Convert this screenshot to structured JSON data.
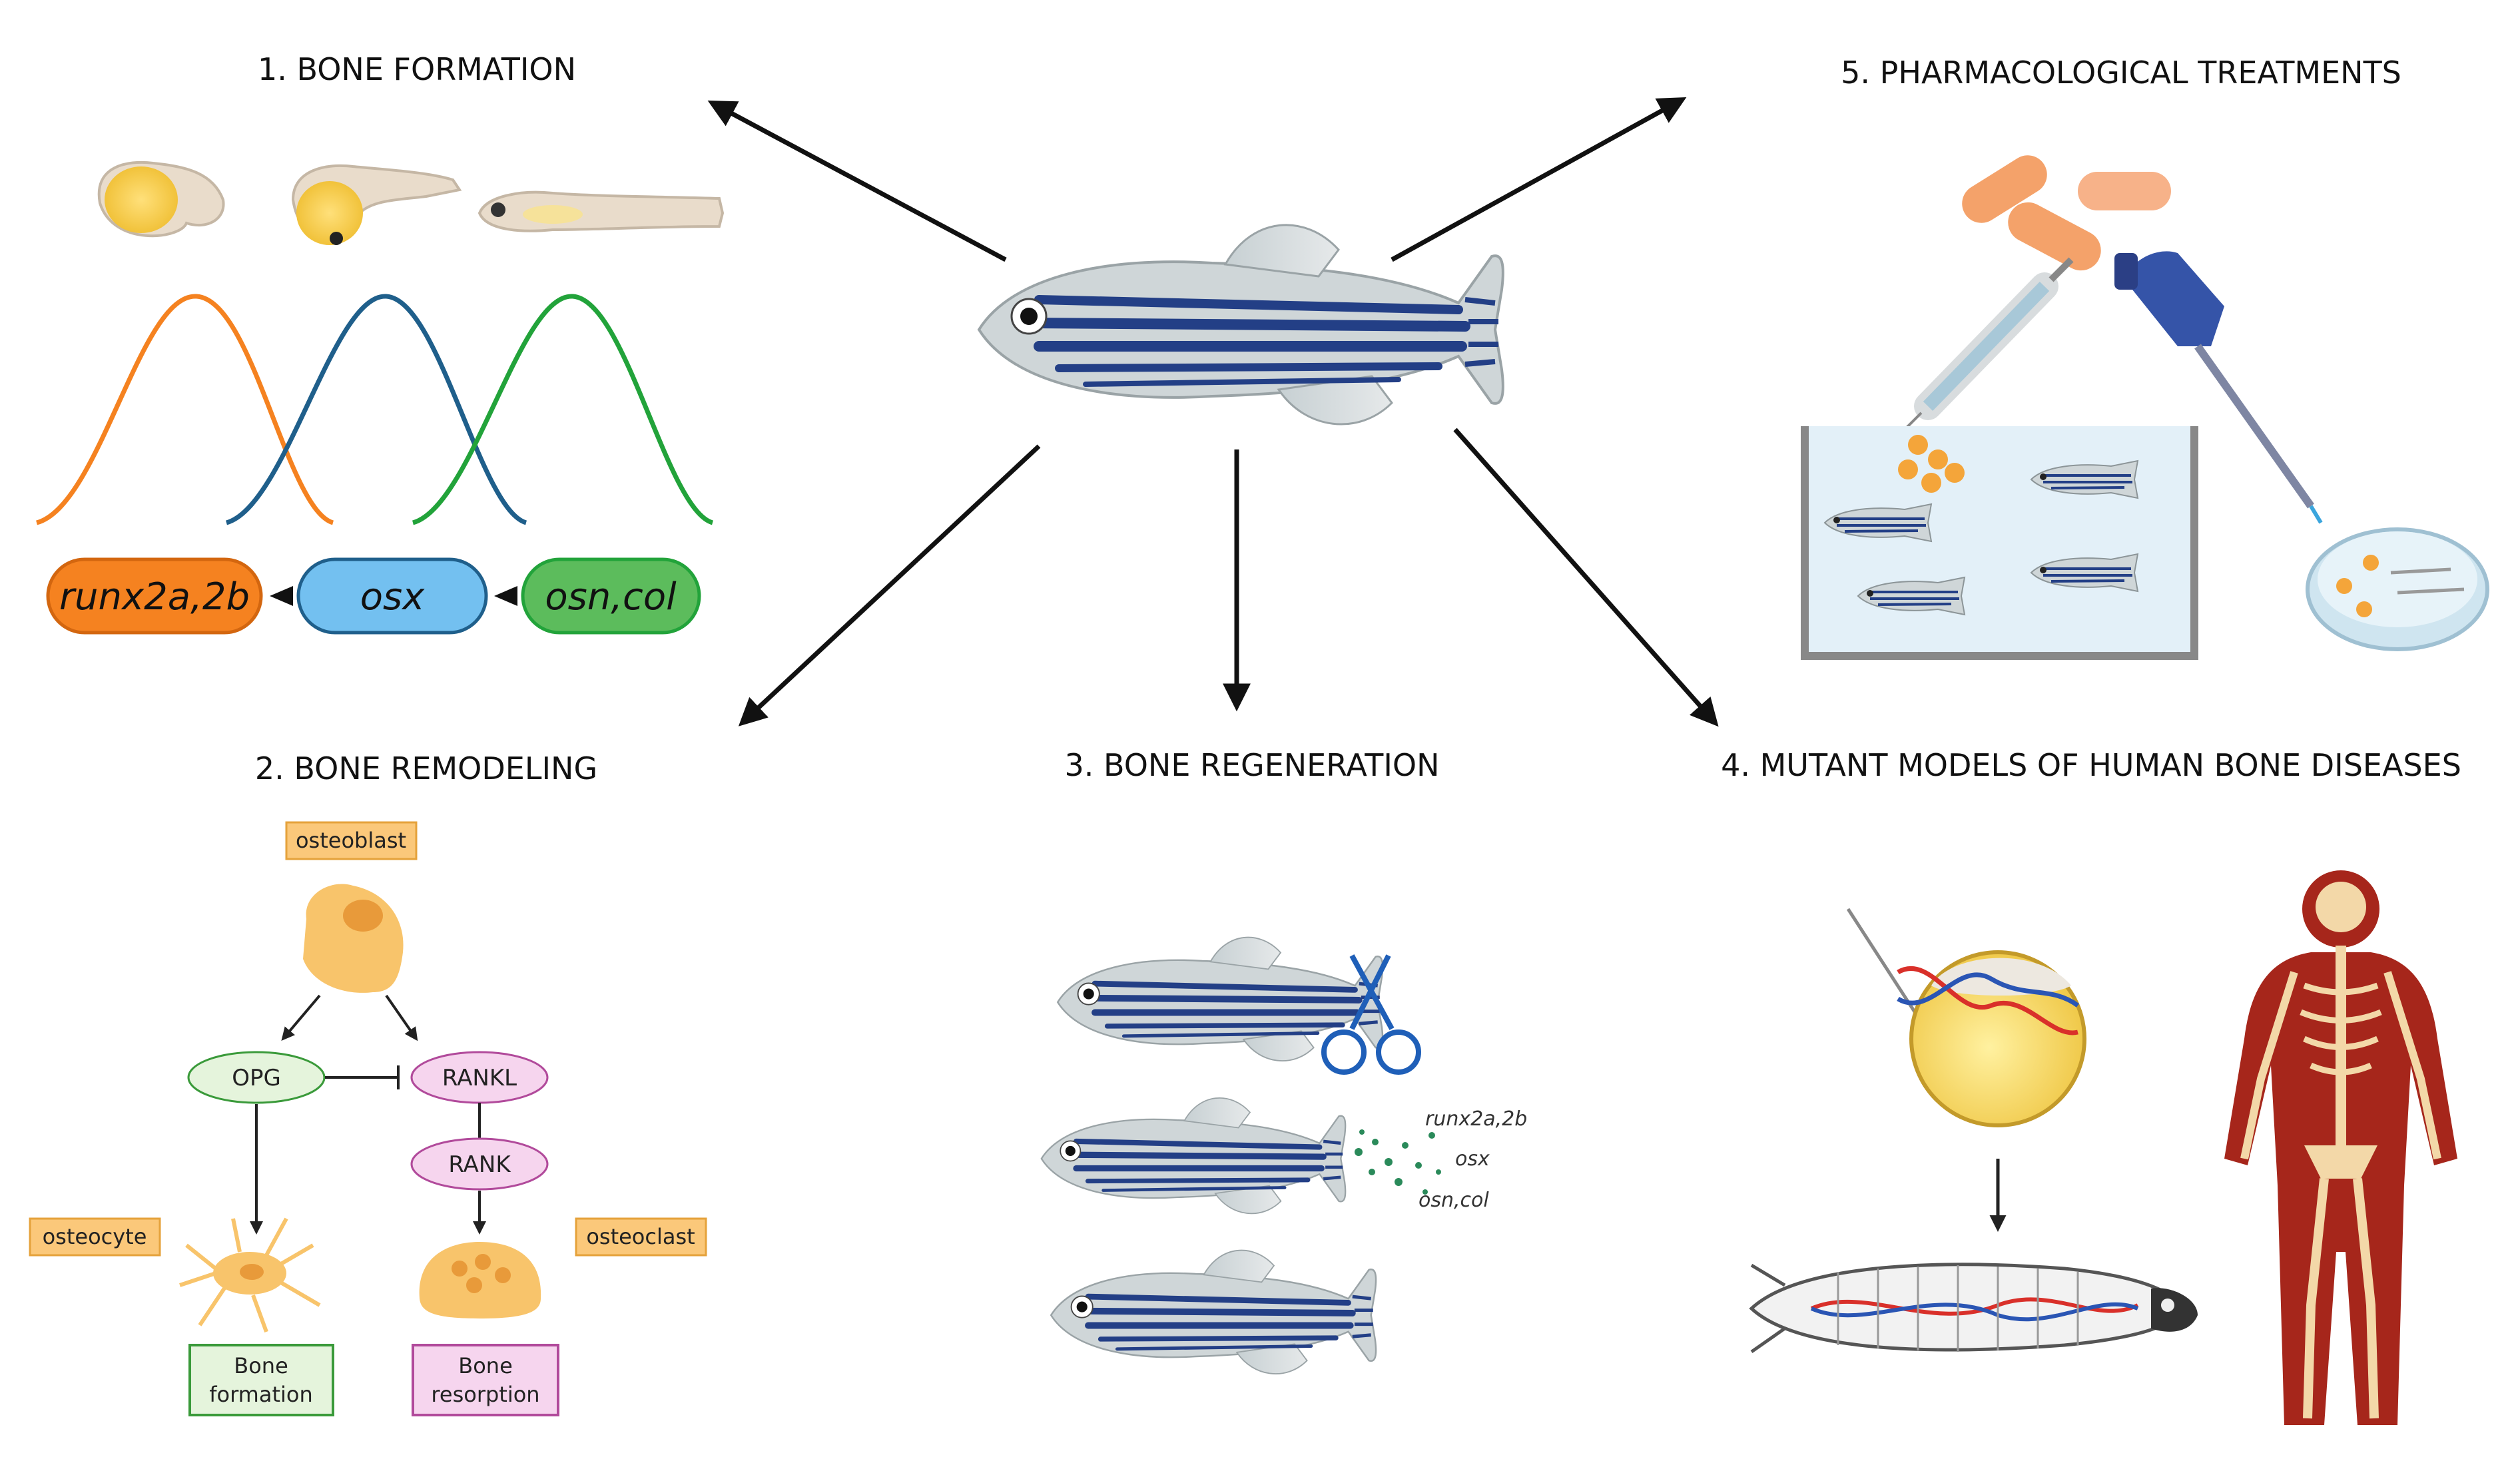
{
  "sections": {
    "formation": {
      "title": "1. BONE FORMATION",
      "genes": [
        "runx2a,2b",
        "osx",
        "osn,col"
      ]
    },
    "remodeling": {
      "title": "2. BONE REMODELING",
      "osteoblast": "osteoblast",
      "opg": "OPG",
      "rankl": "RANKL",
      "rank": "RANK",
      "osteocyte": "osteocyte",
      "osteoclast": "osteoclast",
      "formation_line1": "Bone",
      "formation_line2": "formation",
      "resorption_line1": "Bone",
      "resorption_line2": "resorption"
    },
    "regeneration": {
      "title": "3. BONE REGENERATION",
      "genes": [
        "runx2a,2b",
        "osx",
        "osn,col"
      ]
    },
    "mutants": {
      "title": "4. MUTANT MODELS OF HUMAN BONE DISEASES"
    },
    "pharma": {
      "title": "5. PHARMACOLOGICAL TREATMENTS"
    }
  },
  "colors": {
    "runx": "#f58220",
    "osx": "#1f5f8b",
    "osn": "#22a33a",
    "osteo_orange": "#f8c46b",
    "label_bg": "#fbc87a",
    "opg_green": "#e5f4dc",
    "rank_pink": "#f6d5ee",
    "stripe_blue": "#233f86"
  },
  "icons": [
    "zebrafish-icon",
    "embryo-icon",
    "larva-icon",
    "scissors-icon",
    "pill-icon",
    "syringe-icon",
    "pipette-icon",
    "petri-dish-icon",
    "skeleton-icon",
    "dna-icon"
  ]
}
